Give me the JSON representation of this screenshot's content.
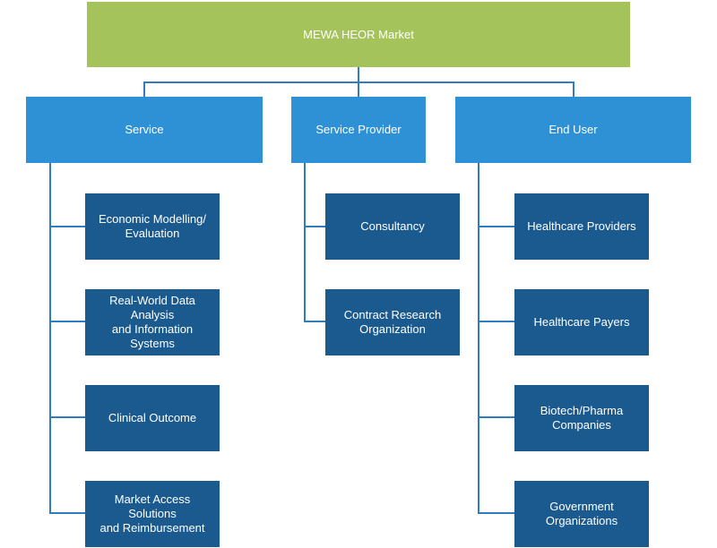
{
  "diagram": {
    "root": {
      "label": "MEWA HEOR Market"
    },
    "categories": [
      {
        "label": "Service",
        "items": [
          "Economic Modelling/\nEvaluation",
          "Real-World Data Analysis\nand Information Systems",
          "Clinical Outcome",
          "Market Access Solutions\nand Reimbursement"
        ]
      },
      {
        "label": "Service Provider",
        "items": [
          "Consultancy",
          "Contract Research\nOrganization"
        ]
      },
      {
        "label": "End User",
        "items": [
          "Healthcare Providers",
          "Healthcare Payers",
          "Biotech/Pharma\nCompanies",
          "Government\nOrganizations"
        ]
      }
    ],
    "colors": {
      "root": "#a4c45b",
      "category": "#2e91d6",
      "leaf": "#1b5a8f",
      "connector": "#2e7dc0"
    }
  }
}
